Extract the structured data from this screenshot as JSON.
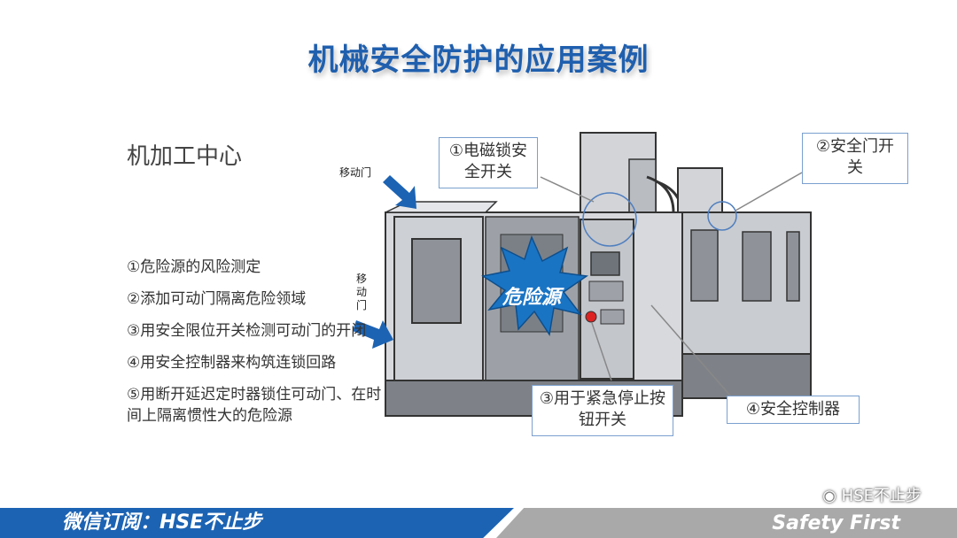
{
  "title": "机械安全防护的应用案例",
  "subtitle": "机加工中心",
  "steps": [
    "①危险源的风险测定",
    "②添加可动门隔离危险领域",
    "③用安全限位开关检测可动门的开闭",
    "④用安全控制器来构筑连锁回路",
    "⑤用断开延迟定时器锁住可动门、在时间上隔离惯性大的危险源"
  ],
  "labels": {
    "lock": "①电磁锁安全开关",
    "door_switch": "②安全门开关",
    "estop": "③用于紧急停止按钮开关",
    "controller": "④安全控制器",
    "danger": "危险源",
    "moving_door_top": "移动门",
    "moving_door_side": "移动门"
  },
  "footer": {
    "left": "微信订阅：HSE不止步",
    "right": "Safety First"
  },
  "watermark": "HSE不止步",
  "colors": {
    "title": "#1f5fae",
    "footer_left": "#1c63b3",
    "footer_right": "#a9a9a9",
    "danger": "#1a74c4"
  },
  "icons": [
    "arrow-icon",
    "danger-burst-icon",
    "wechat-icon"
  ]
}
